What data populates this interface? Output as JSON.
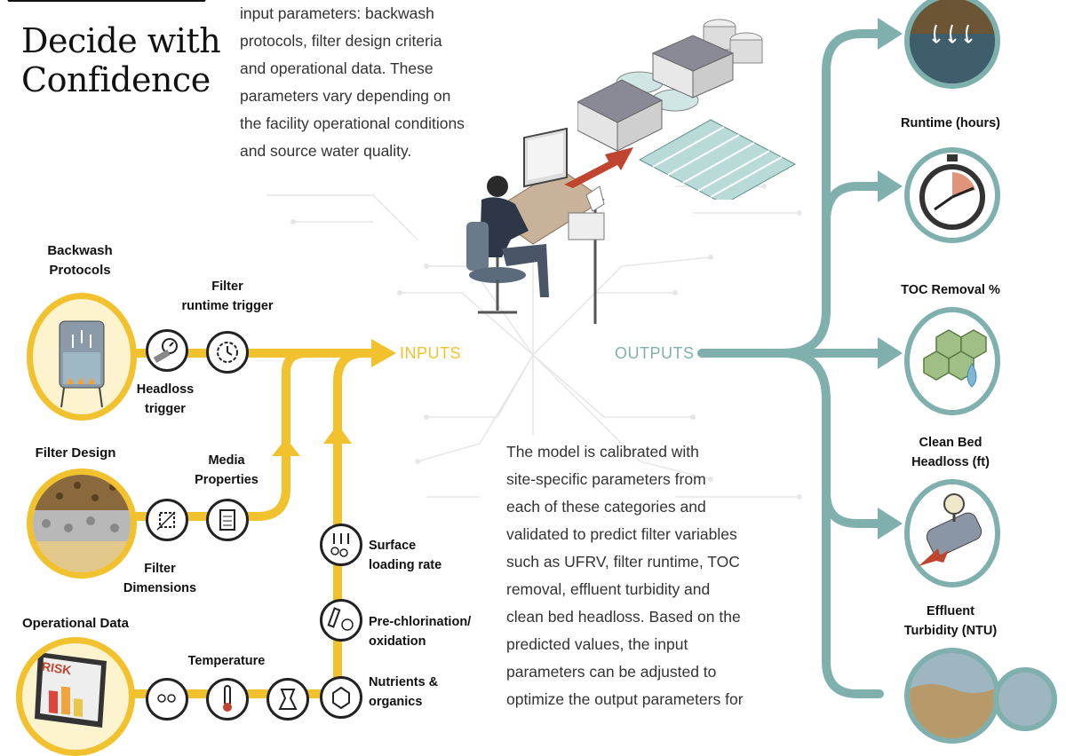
{
  "heading": {
    "line1": "Decide with",
    "line2": "Confidence"
  },
  "intro": {
    "lines": [
      "input parameters: backwash",
      "protocols, filter design criteria",
      "and operational data. These",
      "parameters vary depending on",
      "the facility operational conditions",
      "and source water quality."
    ]
  },
  "categories": {
    "backwash": {
      "line1": "Backwash",
      "line2": "Protocols"
    },
    "filter_design": "Filter Design",
    "operational": "Operational Data"
  },
  "params": {
    "filter_runtime_trigger": {
      "line1": "Filter",
      "line2": "runtime trigger"
    },
    "headloss_trigger": {
      "line1": "Headloss",
      "line2": "trigger"
    },
    "media_properties": {
      "line1": "Media",
      "line2": "Properties"
    },
    "filter_dimensions": {
      "line1": "Filter",
      "line2": "Dimensions"
    },
    "temperature": "Temperature",
    "surface_loading": {
      "line1": "Surface",
      "line2": "loading rate"
    },
    "prechlorination": {
      "line1": "Pre-chlorination/",
      "line2": "oxidation"
    },
    "nutrients": {
      "line1": "Nutrients &",
      "line2": "organics"
    }
  },
  "laptop_text": "RISK",
  "flow": {
    "inputs": "INPUTS",
    "outputs": "OUTPUTS"
  },
  "paragraph": {
    "lines": [
      "The model is calibrated with",
      "site-specific parameters from",
      "each of these categories and",
      "validated to predict filter variables",
      "such as UFRV, filter runtime, TOC",
      "removal, effluent turbidity and",
      "clean bed headloss. Based on the",
      "predicted values, the input",
      "parameters can be adjusted to",
      "optimize the output parameters for"
    ]
  },
  "outputs": {
    "runtime": "Runtime (hours)",
    "toc": "TOC Removal %",
    "headloss": {
      "line1": "Clean Bed",
      "line2": "Headloss (ft)"
    },
    "turbidity": {
      "line1": "Effluent",
      "line2": "Turbidity (NTU)"
    }
  },
  "colors": {
    "input_flow": "#f2c12e",
    "output_flow": "#7fb0ae",
    "circle_fill": "#fdf3cf",
    "output_circle_ring": "#7fb0ae"
  }
}
